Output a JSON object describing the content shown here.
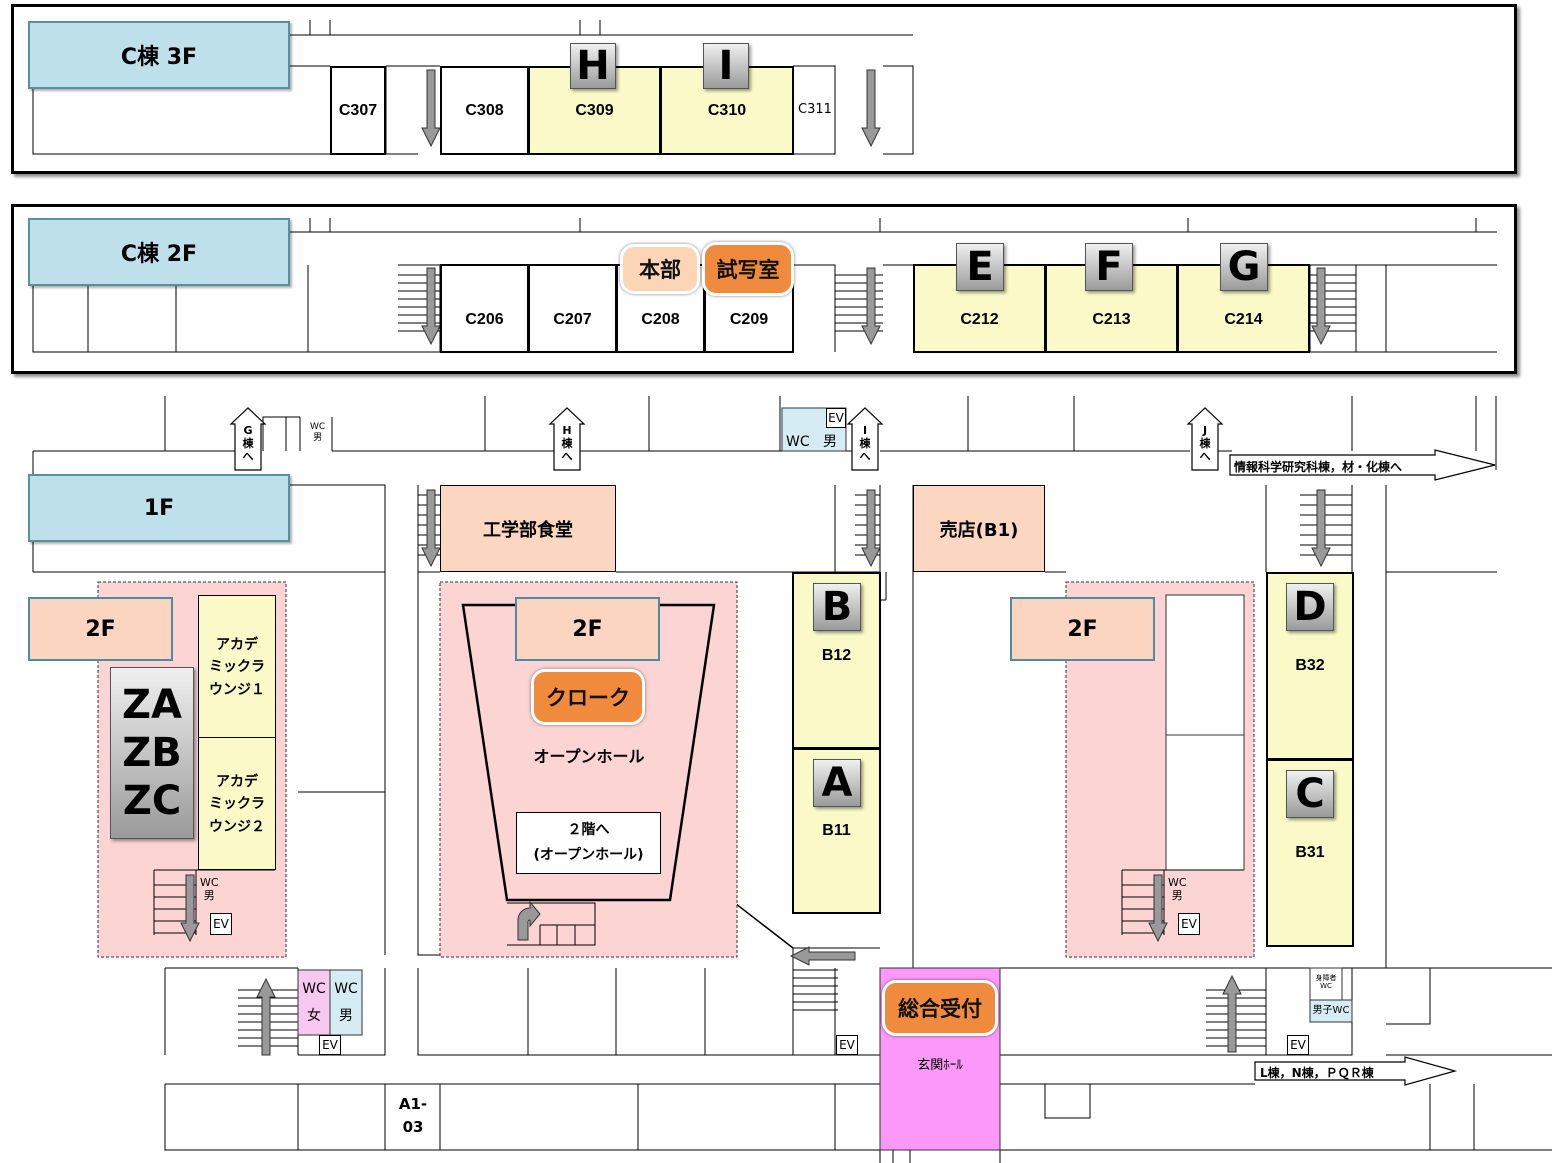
{
  "floors": {
    "c3": {
      "title": "C棟 3F",
      "rooms": [
        {
          "id": "C307",
          "badge": ""
        },
        {
          "id": "C308",
          "badge": ""
        },
        {
          "id": "C309",
          "badge": "H"
        },
        {
          "id": "C310",
          "badge": "I"
        },
        {
          "id": "C311",
          "badge": ""
        }
      ]
    },
    "c2": {
      "title": "C棟 2F",
      "rooms": [
        {
          "id": "C206"
        },
        {
          "id": "C207"
        },
        {
          "id": "C208"
        },
        {
          "id": "C209"
        },
        {
          "id": "C212",
          "badge": "E"
        },
        {
          "id": "C213",
          "badge": "F"
        },
        {
          "id": "C214",
          "badge": "G"
        }
      ],
      "tags": {
        "honbu": "本部",
        "shashitsu": "試写室"
      }
    },
    "f1": {
      "title": "1F",
      "sub_2f": "2F",
      "left_wing": {
        "badges": [
          "ZA",
          "ZB",
          "ZC"
        ],
        "lounge1": "アカデ\nミックラ\nウンジ１",
        "lounge2": "アカデ\nミックラ\nウンジ２"
      },
      "center": {
        "cafeteria": "工学部食堂",
        "cloak": "クローク",
        "open_hall": "オープンホール",
        "stairs_note_1": "２階へ",
        "stairs_note_2": "(オープンホール)"
      },
      "shop": "売店(B1)",
      "rooms": [
        {
          "id": "B12",
          "badge": "B"
        },
        {
          "id": "B11",
          "badge": "A"
        },
        {
          "id": "B32",
          "badge": "D"
        },
        {
          "id": "B31",
          "badge": "C"
        }
      ],
      "reception": "総合受付",
      "entrance": "玄関ﾎｰﾙ",
      "room_a1": "A1-\n03",
      "to_buildings": {
        "g": "G\n棟\nへ",
        "h": "H\n棟\nへ",
        "i": "I\n棟\nへ",
        "j": "J\n棟\nへ"
      },
      "to_info_sci": "情報科学研究科棟，材・化棟へ",
      "to_lnpqr": "L棟，N棟，ＰＱＲ棟",
      "wc": {
        "wc": "WC",
        "male": "男",
        "female": "女",
        "ev": "EV",
        "disabled": "身障者\nWC",
        "boys": "男子WC"
      }
    }
  }
}
